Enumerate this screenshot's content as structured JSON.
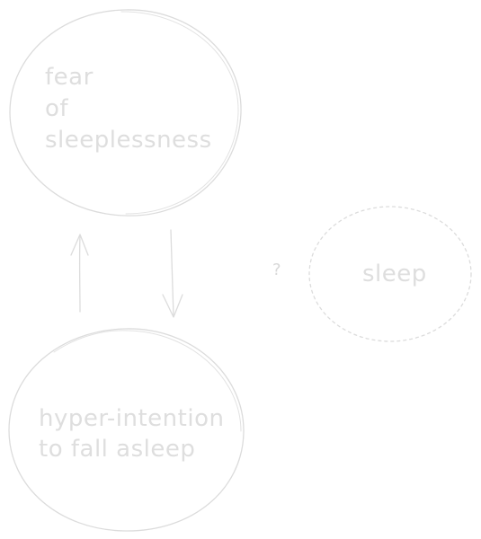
{
  "nodes": {
    "fear": {
      "lines": [
        "fear",
        "of",
        "sleeplessness"
      ]
    },
    "hyper": {
      "lines": [
        "hyper-intention",
        "to fall asleep"
      ]
    },
    "sleep": {
      "label": "sleep"
    }
  },
  "connector": {
    "question_mark": "?"
  },
  "colors": {
    "stroke": "#dcdcdc",
    "text": "#dedede",
    "background": "#ffffff"
  }
}
